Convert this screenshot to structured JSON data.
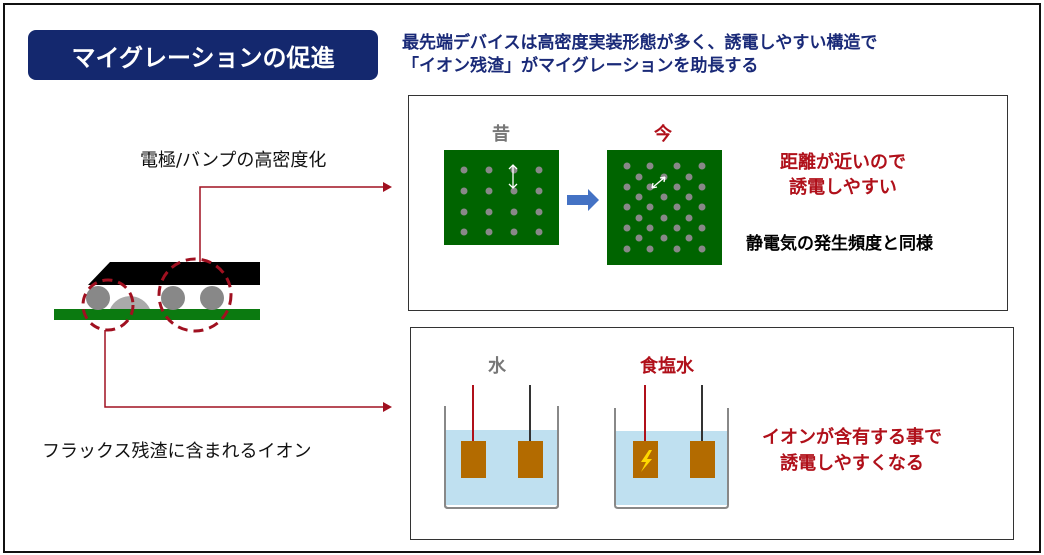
{
  "title": "マイグレーションの促進",
  "subtitle": [
    "最先端デバイスは高密度実装形態が多く、誘電しやすい構造で",
    "「イオン残渣」がマイグレーションを助長する"
  ],
  "left_labels": {
    "top": "電極/バンプの高密度化",
    "bottom": "フラックス残渣に含まれるイオン"
  },
  "panel_density": {
    "before_label": "昔",
    "after_label": "今",
    "note_red": [
      "距離が近いので",
      "誘電しやすい"
    ],
    "note_black": "静電気の発生頻度と同様"
  },
  "panel_ions": {
    "water_label": "水",
    "saltwater_label": "食塩水",
    "note_red": [
      "イオンが含有する事で",
      "誘電しやすくなる"
    ]
  },
  "colors": {
    "navy": "#14286e",
    "red": "#b0101a",
    "green": "#006400",
    "water": "#bfe0f0",
    "electrode": "#b36b00"
  }
}
